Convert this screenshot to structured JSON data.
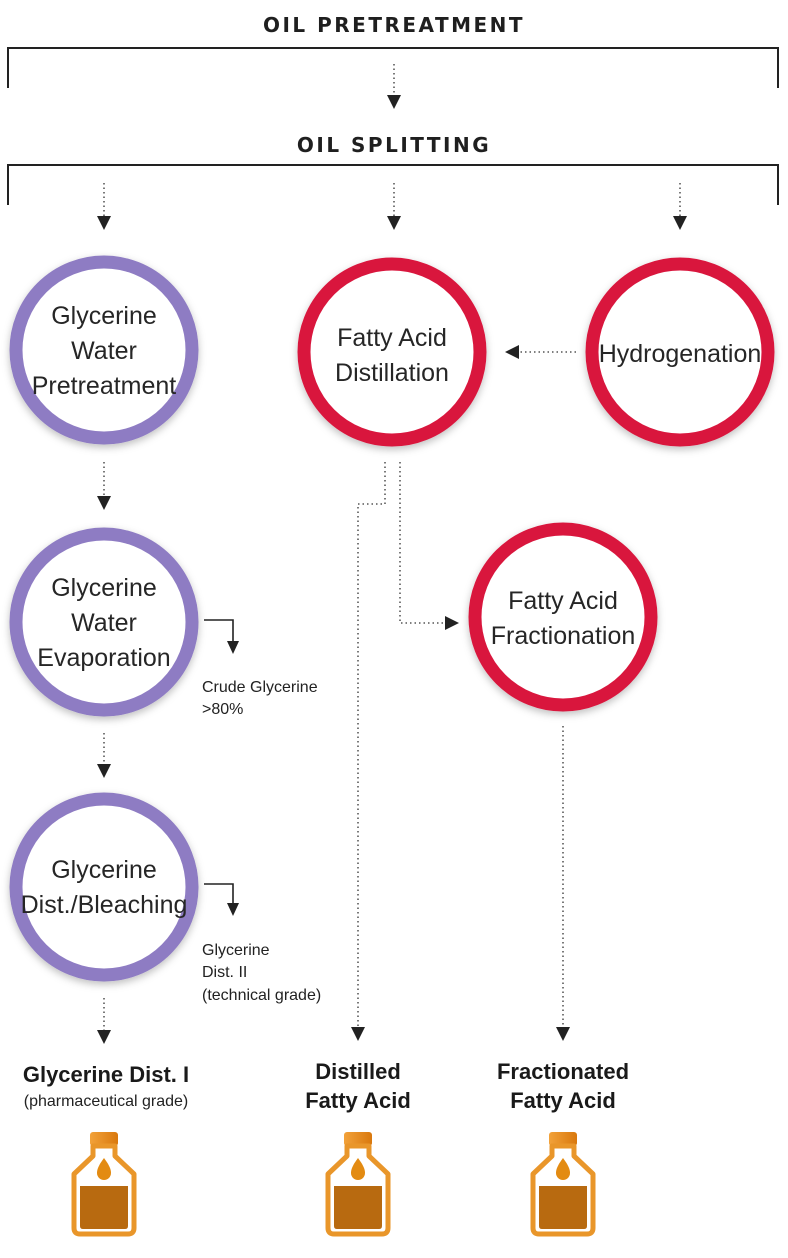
{
  "stages": {
    "pretreatment": "OIL PRETREATMENT",
    "splitting": "OIL SPLITTING"
  },
  "nodes": {
    "glycerine_water_pretreatment": [
      "Glycerine",
      "Water",
      "Pretreatment"
    ],
    "fatty_acid_distillation": [
      "Fatty Acid",
      "Distillation"
    ],
    "hydrogenation": [
      "Hydrogenation"
    ],
    "glycerine_water_evaporation": [
      "Glycerine",
      "Water",
      "Evaporation"
    ],
    "fatty_acid_fractionation": [
      "Fatty Acid",
      "Fractionation"
    ],
    "glycerine_dist_bleaching": [
      "Glycerine",
      "Dist./Bleaching"
    ]
  },
  "side_outputs": {
    "crude_glycerine": [
      "Crude Glycerine",
      ">80%"
    ],
    "glycerine_dist_2": [
      "Glycerine",
      "Dist. II",
      "(technical grade)"
    ]
  },
  "products": {
    "glycerine_dist_1": {
      "title": [
        "Glycerine Dist. I"
      ],
      "subtitle": "(pharmaceutical grade)"
    },
    "distilled_fatty_acid": {
      "title": [
        "Distilled",
        "Fatty Acid"
      ]
    },
    "fractionated_fatty_acid": {
      "title": [
        "Fractionated",
        "Fatty Acid"
      ]
    }
  },
  "colors": {
    "glycerine_ring": "#8E7CC3",
    "fatty_acid_ring": "#D9173E",
    "bottle_orange": "#E38B12",
    "bottle_liquid": "#B86A10",
    "bottle_outline": "#E9962A"
  }
}
